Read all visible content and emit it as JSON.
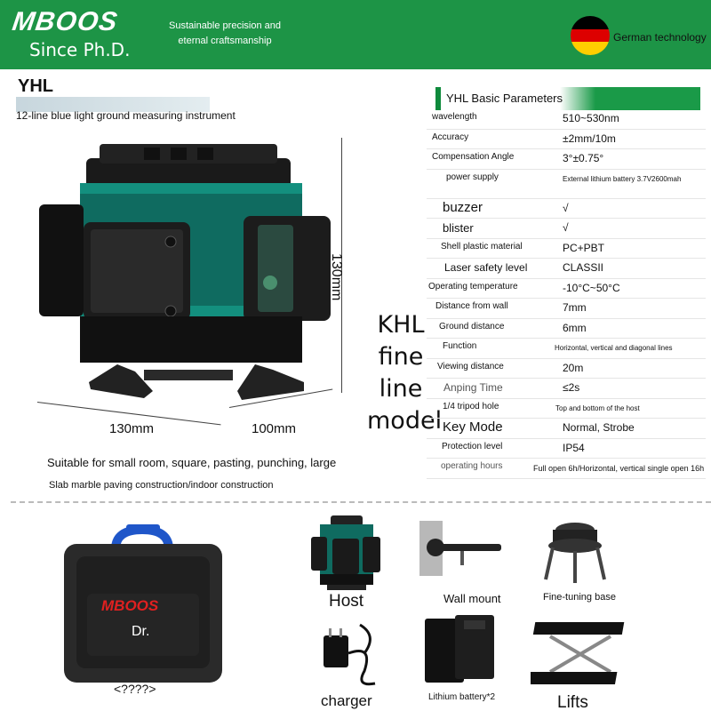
{
  "header": {
    "logo": "MBOOS",
    "since": "Since Ph.D.",
    "tagline": "Sustainable precision and eternal craftsmanship",
    "country_label": "German technology",
    "flag_colors": [
      "#000000",
      "#dd0000",
      "#ffce00"
    ],
    "accent": "#1d9446"
  },
  "product": {
    "model_code": "YHL",
    "subtitle": "12-line blue light ground measuring instrument",
    "height_label": "130mm",
    "width_label": "130mm",
    "depth_label": "100mm",
    "model_name": "KHL fine line model",
    "suitable_1": "Suitable for small room, square, pasting, punching, large",
    "suitable_2": "Slab marble paving construction/indoor construction"
  },
  "parameters": {
    "title": "YHL Basic Parameters",
    "rows": [
      {
        "label": "wavelength",
        "value": "510~530nm"
      },
      {
        "label": "Accuracy",
        "value": "±2mm/10m"
      },
      {
        "label": "Compensation Angle",
        "value": "3°±0.75°"
      },
      {
        "label": "power supply",
        "value": "External lithium battery 3.7V2600mah"
      },
      {
        "label": "buzzer",
        "value": "√"
      },
      {
        "label": "blister",
        "value": "√"
      },
      {
        "label": "Shell plastic material",
        "value": "PC+PBT"
      },
      {
        "label": "Laser safety level",
        "value": "CLASSII"
      },
      {
        "label": "Operating temperature",
        "value": "-10°C~50°C"
      },
      {
        "label": "Distance from wall",
        "value": "7mm"
      },
      {
        "label": "Ground distance",
        "value": "6mm"
      },
      {
        "label": "Function",
        "value": "Horizontal, vertical and diagonal lines"
      },
      {
        "label": "Viewing distance",
        "value": "20m"
      },
      {
        "label": "Anping Time",
        "value": "≤2s"
      },
      {
        "label": "1/4 tripod hole",
        "value": "Top and bottom of the host"
      },
      {
        "label": "Key Mode",
        "value": "Normal, Strobe"
      },
      {
        "label": "Protection level",
        "value": "IP54"
      },
      {
        "label": "operating hours",
        "value": "Full open 6h/Horizontal, vertical single open 16h"
      }
    ]
  },
  "accessories": {
    "case_logo": "MBOOS",
    "case_sub": "Dr.",
    "case_label": "<????>",
    "host": "Host",
    "wall_mount": "Wall mount",
    "fine_base": "Fine-tuning base",
    "charger": "charger",
    "battery": "Lithium battery*2",
    "lifts": "Lifts"
  }
}
